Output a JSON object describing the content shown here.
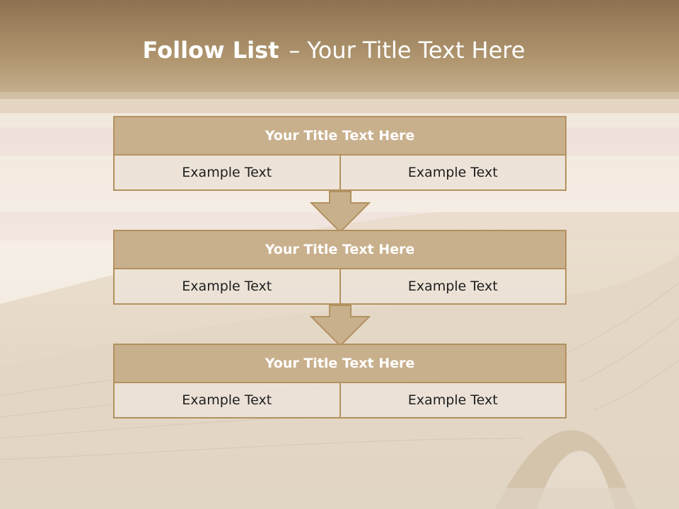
{
  "title": {
    "bold": "Follow List",
    "separator": "–",
    "rest": "Your Title Text Here"
  },
  "blocks": [
    {
      "title": "Your Title Text Here",
      "left": "Example Text",
      "right": "Example Text"
    },
    {
      "title": "Your Title Text Here",
      "left": "Example Text",
      "right": "Example Text"
    },
    {
      "title": "Your Title Text Here",
      "left": "Example Text",
      "right": "Example Text"
    }
  ],
  "colors": {
    "header_band": "#9a7e56",
    "box_fill": "#c9b08d",
    "box_border": "#b2915f",
    "cell_fill": "#ebe2d7"
  }
}
